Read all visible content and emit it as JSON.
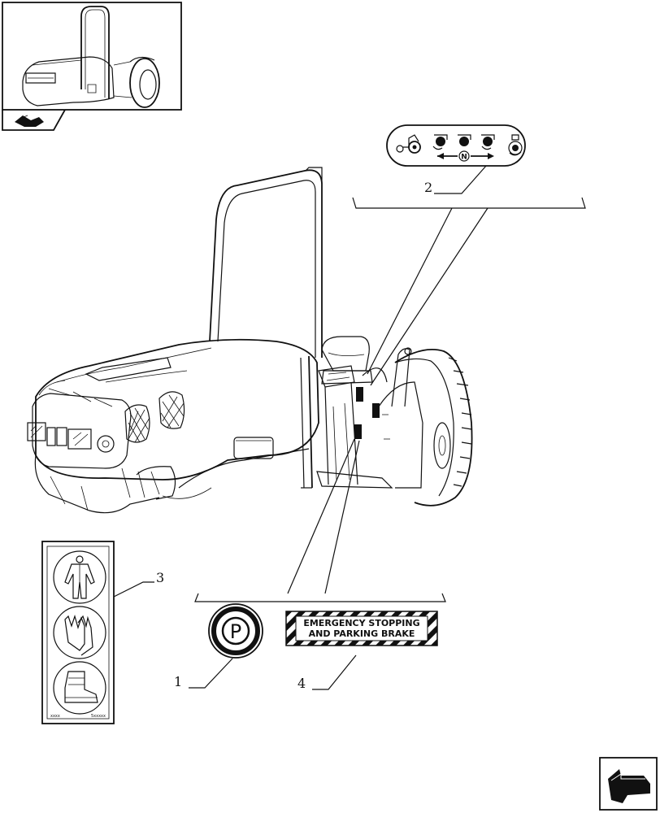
{
  "callouts": {
    "item1": "1",
    "item2": "2",
    "item3": "3",
    "item4": "4"
  },
  "decal_text": {
    "line1": "EMERGENCY STOPPING",
    "line2": "AND PARKING BRAKE"
  },
  "parking_symbol": "P",
  "neutral_symbol": "N",
  "safety_panel": {
    "items": [
      "coverall-icon",
      "gloves-icon",
      "safety-boot-icon"
    ],
    "footer_left": "xxxx",
    "footer_right": "5xxxxx"
  },
  "icons": {
    "thumbnail": "tractor-thumbnail",
    "page_corner": "book-open-icon",
    "nav": "next-page-arrow-icon"
  }
}
